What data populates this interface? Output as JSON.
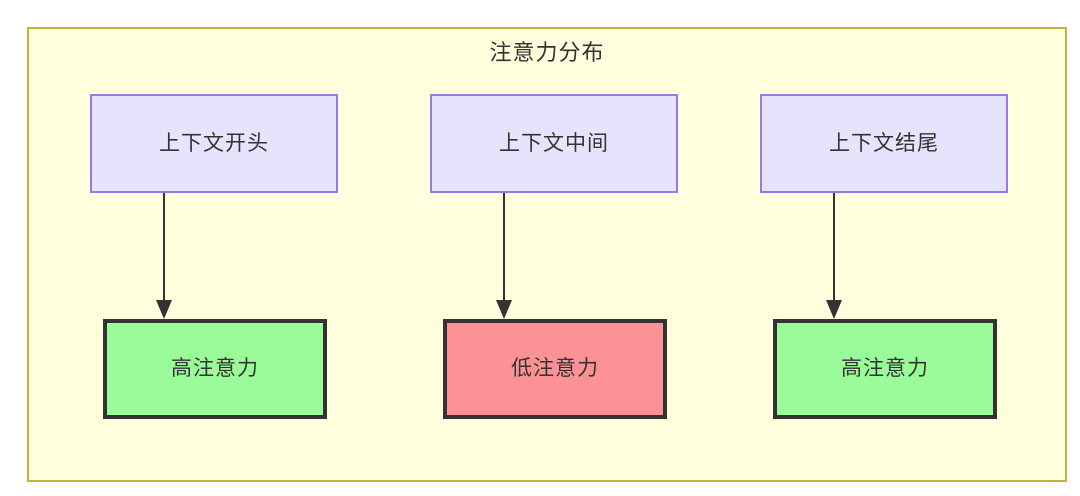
{
  "diagram": {
    "title": "注意力分布",
    "colors": {
      "container_bg": "#ffffdd",
      "container_border": "#bdb73a",
      "context_bg": "#e6e3fc",
      "context_border": "#9d78e0",
      "high_attention_bg": "#99fc99",
      "low_attention_bg": "#fc9295",
      "node_border_dark": "#333333",
      "text": "#333333",
      "arrow": "#333333"
    },
    "nodes": {
      "context_start": "上下文开头",
      "context_mid": "上下文中间",
      "context_end": "上下文结尾",
      "attention_start": "高注意力",
      "attention_mid": "低注意力",
      "attention_end": "高注意力"
    },
    "edges": [
      {
        "from": "上下文开头",
        "to": "高注意力",
        "label": ""
      },
      {
        "from": "上下文中间",
        "to": "低注意力",
        "label": ""
      },
      {
        "from": "上下文结尾",
        "to": "高注意力",
        "label": ""
      }
    ]
  }
}
